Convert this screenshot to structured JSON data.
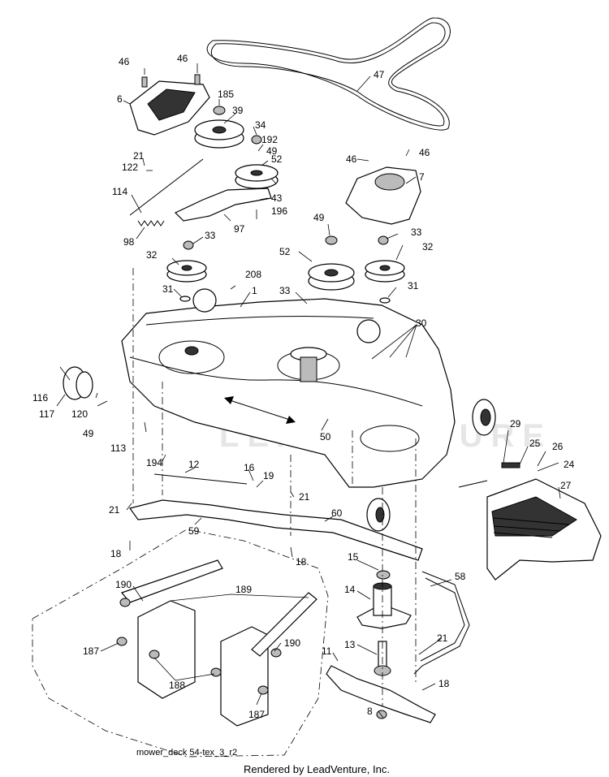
{
  "diagram": {
    "caption": "mower_deck 54-tex_3_r2",
    "footer": "Rendered by LeadVenture, Inc.",
    "watermark": "LEADVENTURE",
    "callouts": [
      "46",
      "46",
      "6",
      "185",
      "39",
      "34",
      "192",
      "49",
      "52",
      "21",
      "122",
      "114",
      "43",
      "196",
      "97",
      "98",
      "33",
      "32",
      "31",
      "208",
      "1",
      "52",
      "49",
      "33",
      "32",
      "31",
      "33",
      "46",
      "46",
      "7",
      "47",
      "30",
      "116",
      "117",
      "120",
      "49",
      "113",
      "50",
      "194",
      "12",
      "16",
      "19",
      "21",
      "21",
      "60",
      "59",
      "18",
      "18",
      "15",
      "14",
      "13",
      "11",
      "8",
      "58",
      "21",
      "18",
      "29",
      "25",
      "26",
      "24",
      "27",
      "190",
      "189",
      "190",
      "187",
      "188",
      "187"
    ]
  }
}
